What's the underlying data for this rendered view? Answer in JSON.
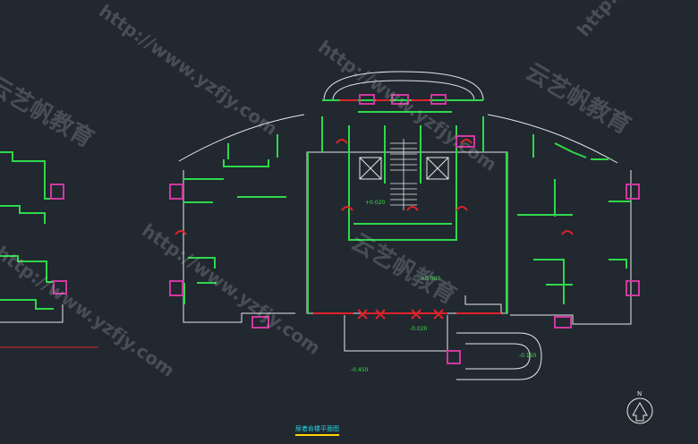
{
  "drawing": {
    "title": "尿者俞楼平面图",
    "north_label": "N",
    "levels": {
      "stair": "+0.020",
      "hall": "±0.000",
      "entry": "-0.020",
      "outside": "-0.450",
      "ramp": "-0.150"
    },
    "colors": {
      "background": "#212830",
      "wall": "#2fd84a",
      "window": "#d0389f",
      "door": "#e0222a",
      "line": "#e8e8e8",
      "text": "#3ee04a",
      "title": "#22d9e6"
    }
  },
  "watermarks": {
    "url": "http://www.yzfjy.com",
    "brand": "云艺帆教育"
  }
}
